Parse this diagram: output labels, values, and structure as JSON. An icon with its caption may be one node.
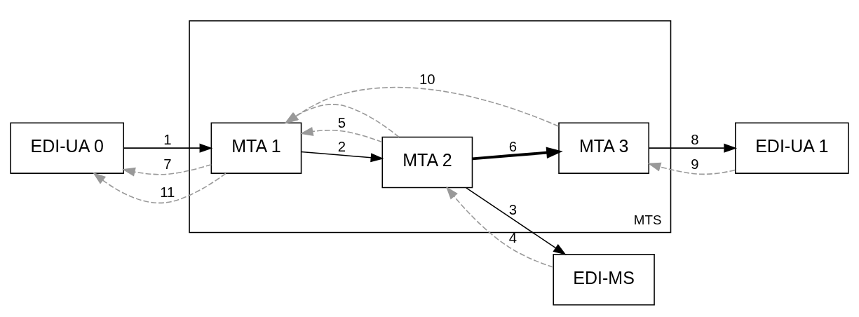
{
  "diagram": {
    "nodes": [
      {
        "text": [
          "EDI-UA 0"
        ]
      },
      {
        "text": [
          "MTS"
        ]
      },
      {
        "text": [
          "MTA 1"
        ],
        "in": 1
      },
      {
        "text": [
          "MTA 2"
        ],
        "in": 1
      },
      {
        "text": [
          "MTA 3"
        ],
        "in": 1
      },
      {
        "text": [
          "EDI-MS"
        ]
      },
      {
        "text": [
          "EDI-UA 1"
        ]
      }
    ],
    "edges": [
      {
        "from": 0,
        "to": 2,
        "arrow": "to",
        "label": "1",
        "color": "#000000"
      },
      {
        "from": 2,
        "to": 3,
        "arrow": "to",
        "label": "2",
        "color": "#000000"
      },
      {
        "from": 3,
        "to": 5,
        "arrow": "to",
        "label": "3",
        "color": "#000000"
      },
      {
        "from": 2,
        "to": 0,
        "arrow": "to",
        "label": "7",
        "style": "dashed"
      },
      {
        "from": 3,
        "to": 2,
        "arrow": "to",
        "label": "5",
        "style": "dashed"
      },
      {
        "from": 5,
        "to": 3,
        "arrow": "to",
        "label": "4",
        "style": "dashed"
      },
      {
        "from": 3,
        "to": 2,
        "arrow": "to",
        "style": "dashed"
      },
      {
        "from": 2,
        "to": 0,
        "arrow": "to",
        "label": "11",
        "style": "dashed"
      },
      {
        "from": 4,
        "to": 2,
        "arrow": "to",
        "label": "10",
        "style": "dashed"
      },
      {
        "from": 3,
        "to": 4,
        "arrow": "to",
        "label": "6",
        "style": "thick",
        "color": "#000000"
      },
      {
        "from": 4,
        "to": 6,
        "arrow": "to",
        "label": "8",
        "color": "#000000"
      },
      {
        "from": 6,
        "to": 4,
        "arrow": "to",
        "label": "9",
        "style": "dashed"
      }
    ]
  }
}
